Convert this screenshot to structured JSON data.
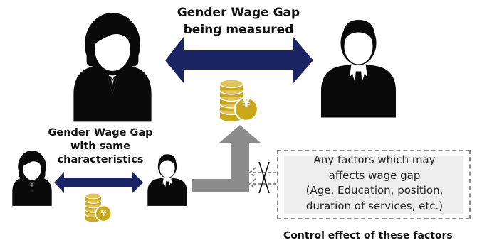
{
  "top_label": {
    "line1": "Gender Wage Gap",
    "line2": "being measured"
  },
  "left_label": {
    "line1": "Gender Wage Gap",
    "line2": "with same",
    "line3": "characteristics"
  },
  "factors_box": {
    "line1": "Any factors which may",
    "line2": "affects wage gap",
    "line3": "(Age, Education, position,",
    "line4": "duration of services, etc.)"
  },
  "control_label": "Control effect of these factors",
  "coin_symbol": "¥",
  "colors": {
    "person": "#0a0a0a",
    "double_arrow": "#1b2566",
    "flow_arrow": "#8c8c8c",
    "coin": "#c9a81c",
    "box_border": "#8a8a8a",
    "box_fill": "#eeeeee"
  },
  "icons": [
    "female-person-icon",
    "male-person-icon",
    "yen-coins-icon",
    "double-arrow-icon",
    "cross-mark-icon"
  ]
}
